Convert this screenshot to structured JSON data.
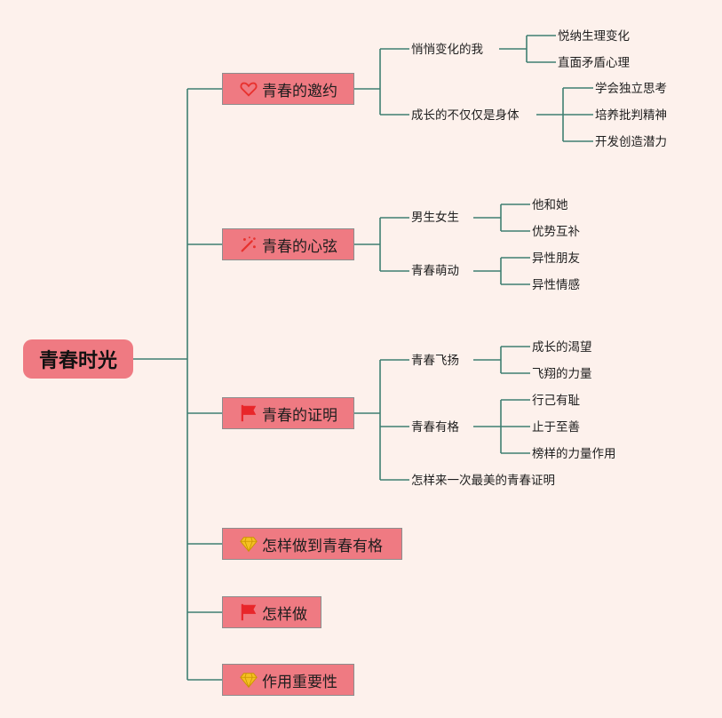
{
  "root": "青春时光",
  "colors": {
    "background": "#fdf1ec",
    "node_fill": "#ef7a82",
    "connector": "#3f7f72",
    "heart": "#e8312e",
    "flag": "#e8262a",
    "gem": "#f5c022"
  },
  "branches": [
    {
      "label": "青春的邀约",
      "icon": "heart-icon",
      "children": [
        {
          "label": "悄悄变化的我",
          "children": [
            "悦纳生理变化",
            "直面矛盾心理"
          ]
        },
        {
          "label": "成长的不仅仅是身体",
          "children": [
            "学会独立思考",
            "培养批判精神",
            "开发创造潜力"
          ]
        }
      ]
    },
    {
      "label": "青春的心弦",
      "icon": "magic-wand-icon",
      "children": [
        {
          "label": "男生女生",
          "children": [
            "他和她",
            "优势互补"
          ]
        },
        {
          "label": "青春萌动",
          "children": [
            "异性朋友",
            "异性情感"
          ]
        }
      ]
    },
    {
      "label": "青春的证明",
      "icon": "red-flag-icon",
      "children": [
        {
          "label": "青春飞扬",
          "children": [
            "成长的渴望",
            "飞翔的力量"
          ]
        },
        {
          "label": "青春有格",
          "children": [
            "行己有耻",
            "止于至善",
            "榜样的力量作用"
          ]
        },
        {
          "label": "怎样来一次最美的青春证明",
          "children": []
        }
      ]
    },
    {
      "label": "怎样做到青春有格",
      "icon": "diamond-icon",
      "children": []
    },
    {
      "label": "怎样做",
      "icon": "red-flag-icon",
      "children": []
    },
    {
      "label": "作用重要性",
      "icon": "diamond-icon",
      "children": []
    }
  ]
}
